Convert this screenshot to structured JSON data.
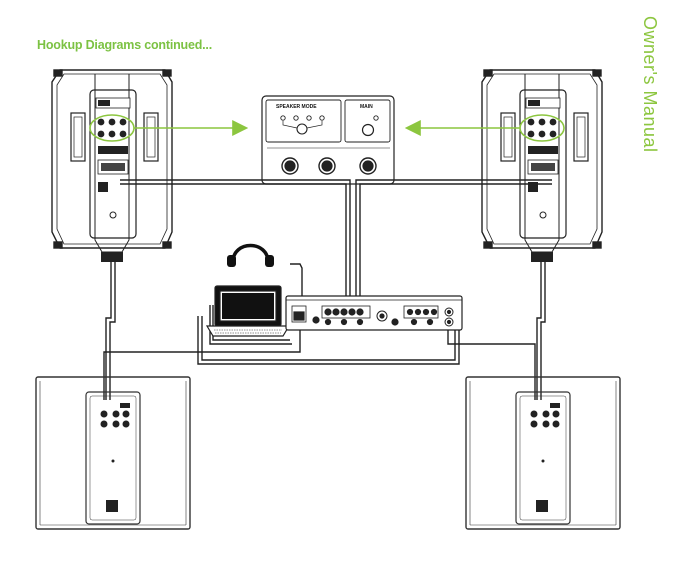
{
  "heading": "Hookup Diagrams continued...",
  "side_label": "Owner's Manual",
  "panel": {
    "speaker_mode_label": "SPEAKER MODE",
    "main_label": "MAIN"
  },
  "colors": {
    "accent": "#8cc63f",
    "line": "#111111",
    "cabinet_outline": "#333333"
  },
  "icons": [
    "headphones-icon",
    "laptop-icon",
    "mixer-icon",
    "speaker-icon",
    "subwoofer-icon",
    "arrow-right-icon",
    "arrow-left-icon"
  ]
}
